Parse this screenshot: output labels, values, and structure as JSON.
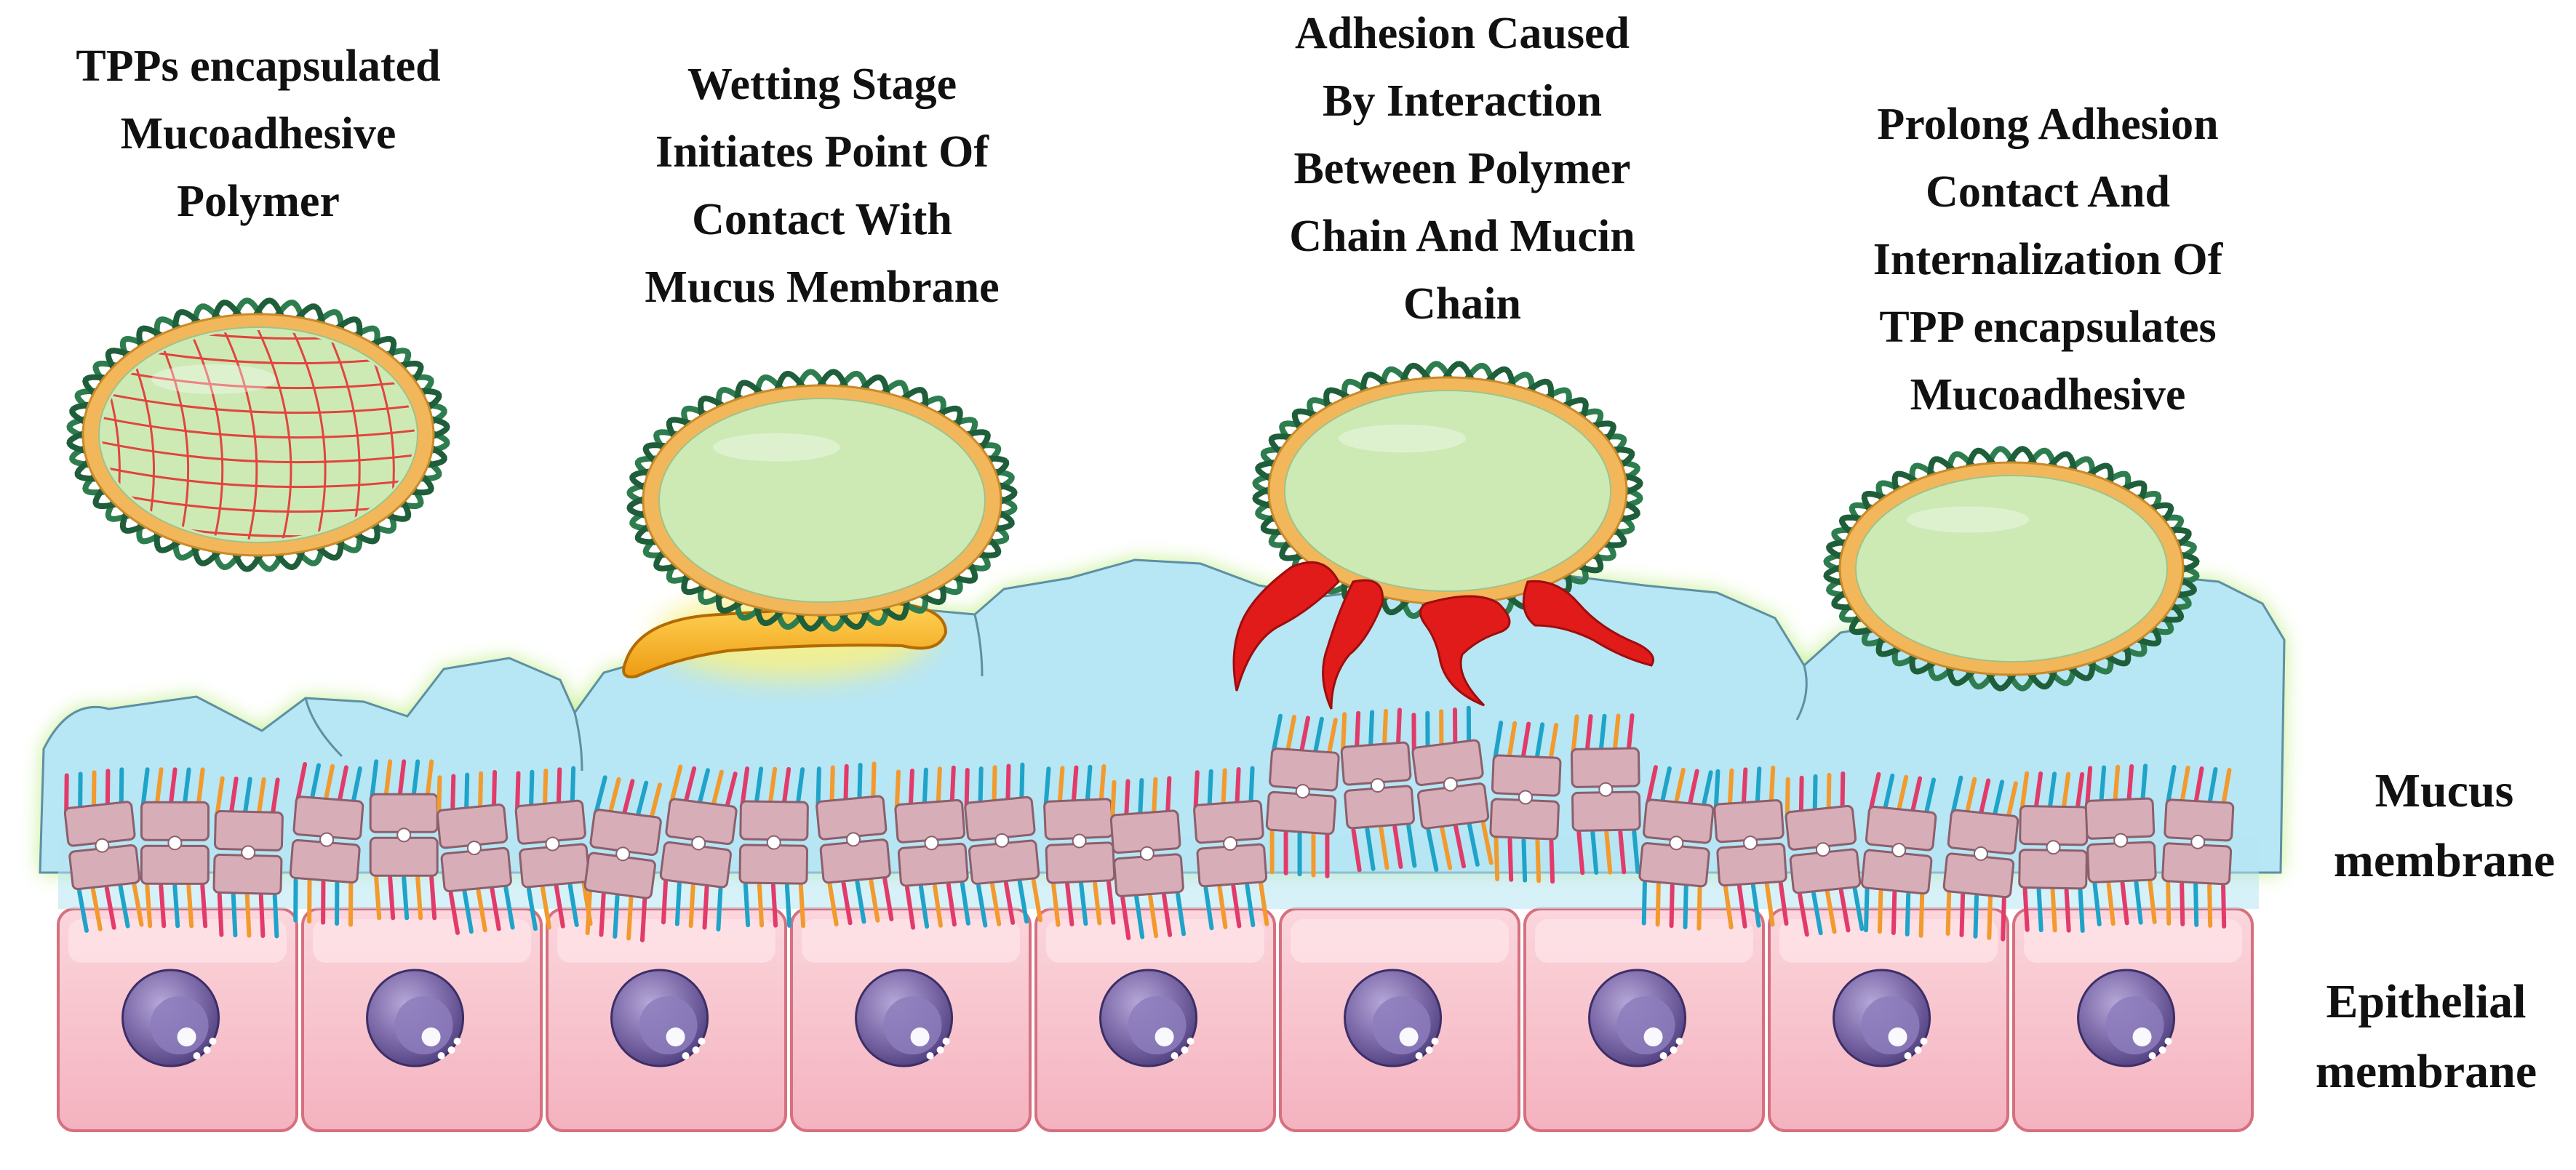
{
  "stages": [
    {
      "lines": [
        "TPPs encapsulated",
        "Mucoadhesive",
        "Polymer"
      ]
    },
    {
      "lines": [
        "Wetting Stage",
        "Initiates Point Of",
        "Contact With",
        "Mucus Membrane"
      ]
    },
    {
      "lines": [
        "Adhesion Caused",
        "By Interaction",
        "Between Polymer",
        "Chain And Mucin",
        "Chain"
      ]
    },
    {
      "lines": [
        "Prolong Adhesion",
        "Contact And",
        "Internalization Of",
        "TPP encapsulates",
        "Mucoadhesive"
      ]
    }
  ],
  "layers": {
    "mucus": [
      "Mucus",
      "membrane"
    ],
    "epithelial": [
      "Epithelial",
      "membrane"
    ]
  },
  "colors": {
    "mucus_fill": "#b7e6f4",
    "mucus_glow": "#b9ec7a",
    "particle_core": "#cdeab5",
    "particle_rim": "#f2b75a",
    "polymer_helix": "#2e7d4f",
    "polymer_mesh": "#e0453f",
    "mucin_chain": "#e11a1a",
    "wetting_film": "#f3a81b",
    "cell_fill": "#f7c3cc",
    "cell_border": "#d6707f",
    "nucleus": "#7d6aa6",
    "mucin_block": "#d7aeb7",
    "stalk_colors": [
      "#e23b6a",
      "#1fa3c9",
      "#f29a2e"
    ]
  },
  "icons": [
    "polymer-nanoparticle-icon",
    "mucin-chain-icon",
    "epithelial-cell-icon",
    "nucleus-icon"
  ]
}
